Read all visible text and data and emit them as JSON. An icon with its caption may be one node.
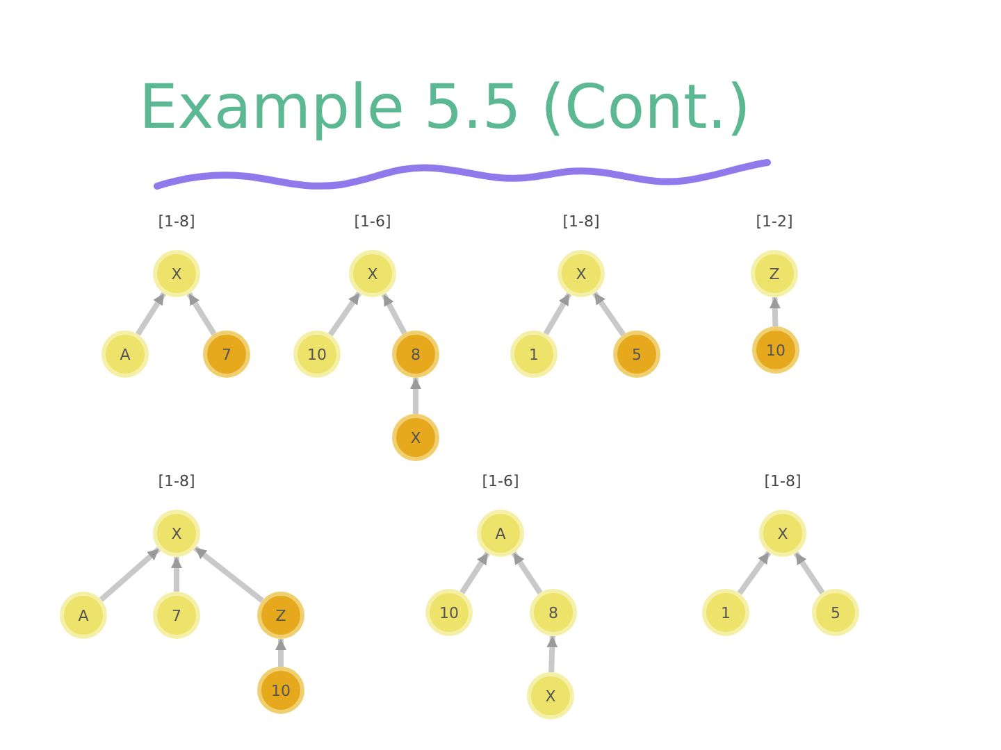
{
  "diagram": {
    "title": "Example 5.5 (Cont.)",
    "nodes": [
      {
        "text": [
          "X"
        ],
        "beside": [
          "[1-8]"
        ]
      },
      {
        "text": [
          "A"
        ]
      },
      {
        "text": [
          "7"
        ]
      },
      {
        "text": [
          "X"
        ],
        "beside": [
          "[1-6]"
        ]
      },
      {
        "text": [
          "10"
        ]
      },
      {
        "text": [
          "8"
        ]
      },
      {
        "text": [
          "X"
        ]
      },
      {
        "text": [
          "X"
        ],
        "beside": [
          "[1-8]"
        ]
      },
      {
        "text": [
          "1"
        ]
      },
      {
        "text": [
          "5"
        ]
      },
      {
        "text": [
          "Z"
        ],
        "beside": [
          "[1-2]"
        ]
      },
      {
        "text": [
          "10"
        ]
      },
      {
        "text": [
          "X"
        ],
        "beside": [
          "[1-8]"
        ]
      },
      {
        "text": [
          "A"
        ]
      },
      {
        "text": [
          "7"
        ]
      },
      {
        "text": [
          "Z"
        ]
      },
      {
        "text": [
          "10"
        ]
      },
      {
        "text": [
          "A"
        ],
        "beside": [
          "[1-6]"
        ]
      },
      {
        "text": [
          "10"
        ]
      },
      {
        "text": [
          "8"
        ]
      },
      {
        "text": [
          "X"
        ]
      },
      {
        "text": [
          "X"
        ],
        "beside": [
          "[1-8]"
        ]
      },
      {
        "text": [
          "1"
        ]
      },
      {
        "text": [
          "5"
        ]
      }
    ],
    "edges": [
      {
        "from": 1,
        "to": 0,
        "arrow": "to"
      },
      {
        "from": 2,
        "to": 0,
        "arrow": "to"
      },
      {
        "from": 4,
        "to": 3,
        "arrow": "to"
      },
      {
        "from": 5,
        "to": 3,
        "arrow": "to"
      },
      {
        "from": 6,
        "to": 5,
        "arrow": "to"
      },
      {
        "from": 8,
        "to": 7,
        "arrow": "to"
      },
      {
        "from": 9,
        "to": 7,
        "arrow": "to"
      },
      {
        "from": 11,
        "to": 10,
        "arrow": "to"
      },
      {
        "from": 13,
        "to": 12,
        "arrow": "to"
      },
      {
        "from": 14,
        "to": 12,
        "arrow": "to"
      },
      {
        "from": 15,
        "to": 12,
        "arrow": "to"
      },
      {
        "from": 16,
        "to": 15,
        "arrow": "to"
      },
      {
        "from": 18,
        "to": 17,
        "arrow": "to"
      },
      {
        "from": 19,
        "to": 17,
        "arrow": "to"
      },
      {
        "from": 20,
        "to": 19,
        "arrow": "to"
      },
      {
        "from": 22,
        "to": 21,
        "arrow": "to"
      },
      {
        "from": 23,
        "to": 21,
        "arrow": "to"
      }
    ]
  }
}
